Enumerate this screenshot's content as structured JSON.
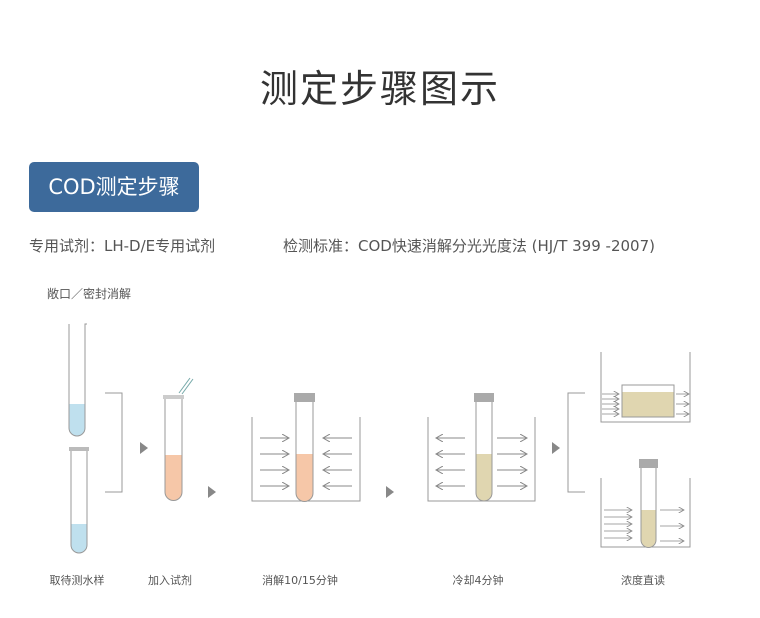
{
  "title": "测定步骤图示",
  "badge": "COD测定步骤",
  "reagent": "专用试剂：LH-D/E专用试剂",
  "standard": "检测标准：COD快速消解分光光度法 (HJ/T 399 -2007)",
  "note": "敞口／密封消解",
  "steps": [
    "取待测水样",
    "加入试剂",
    "消解10/15分钟",
    "冷却4分钟",
    "浓度直读"
  ],
  "colors": {
    "badge": "#3d6a9b",
    "sample": "#bfe0ee",
    "reagent": "#f6c7a8",
    "cooled": "#e0d6b0"
  }
}
